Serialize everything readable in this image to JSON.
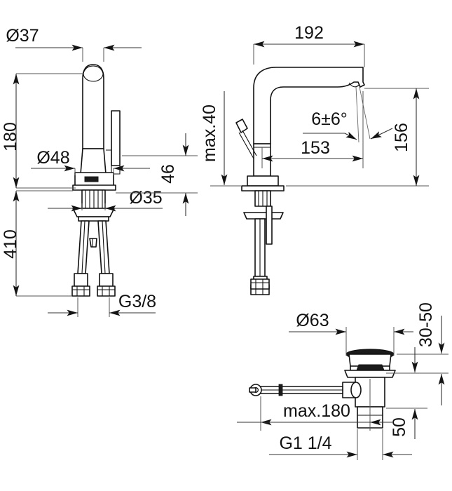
{
  "document": {
    "type": "technical-dimension-drawing",
    "subject": "single-lever basin mixer tap with pop-up waste",
    "units": "mm",
    "background_color": "#ffffff",
    "line_color": "#111111",
    "dimension_color": "#333333"
  },
  "views": [
    {
      "id": "front-view",
      "name": "Front elevation of basin mixer with flexible connection hoses"
    },
    {
      "id": "side-view",
      "name": "Side elevation of basin mixer showing spout projection"
    },
    {
      "id": "waste-view",
      "name": "Pop-up waste / drain assembly with pull rod"
    }
  ],
  "dimensions": {
    "front_view": [
      {
        "key": "d37",
        "label": "Ø37",
        "meaning": "spout body diameter",
        "value": 37,
        "orientation": "horizontal"
      },
      {
        "key": "h180",
        "label": "180",
        "meaning": "height to spout top",
        "value": 180,
        "orientation": "vertical"
      },
      {
        "key": "d48",
        "label": "Ø48",
        "meaning": "base escutcheon diameter",
        "value": 48,
        "orientation": "horizontal"
      },
      {
        "key": "d35",
        "label": "Ø35",
        "meaning": "mounting shank diameter",
        "value": 35,
        "orientation": "horizontal"
      },
      {
        "key": "h46",
        "label": "46",
        "meaning": "lever clearance height",
        "value": 46,
        "orientation": "vertical"
      },
      {
        "key": "h410",
        "label": "410",
        "meaning": "length of supply hoses below deck",
        "value": 410,
        "orientation": "vertical"
      },
      {
        "key": "g38",
        "label": "G3/8",
        "meaning": "supply hose thread size",
        "value": "G3/8",
        "orientation": "horizontal"
      }
    ],
    "side_view": [
      {
        "key": "w192",
        "label": "192",
        "meaning": "overall spout reach",
        "value": 192,
        "orientation": "horizontal"
      },
      {
        "key": "w153",
        "label": "153",
        "meaning": "spout projection to outlet",
        "value": 153,
        "orientation": "horizontal"
      },
      {
        "key": "h156",
        "label": "156",
        "meaning": "height of spout outlet above deck",
        "value": 156,
        "orientation": "vertical"
      },
      {
        "key": "max40",
        "label": "max.40",
        "meaning": "maximum deck / basin thickness",
        "value": 40,
        "orientation": "vertical"
      },
      {
        "key": "ang6",
        "label": "6±6°",
        "meaning": "outlet stream angle tolerance",
        "value": "6±6°",
        "orientation": "leader"
      }
    ],
    "waste_view": [
      {
        "key": "d63",
        "label": "Ø63",
        "meaning": "waste cap diameter",
        "value": 63,
        "orientation": "horizontal"
      },
      {
        "key": "r3050",
        "label": "30-50",
        "meaning": "basin thickness range at waste",
        "value": "30-50",
        "orientation": "vertical"
      },
      {
        "key": "h50",
        "label": "50",
        "meaning": "tailpiece length",
        "value": 50,
        "orientation": "vertical"
      },
      {
        "key": "max180",
        "label": "max.180",
        "meaning": "maximum pull-rod length",
        "value": 180,
        "orientation": "horizontal"
      },
      {
        "key": "g114",
        "label": "G1 1/4",
        "meaning": "waste outlet thread size",
        "value": "G1 1/4",
        "orientation": "horizontal"
      }
    ]
  },
  "labels": {
    "d37": "Ø37",
    "h180": "180",
    "d48": "Ø48",
    "d35": "Ø35",
    "h46": "46",
    "h410": "410",
    "g38": "G3/8",
    "w192": "192",
    "w153": "153",
    "h156": "156",
    "max40": "max.40",
    "ang6": "6±6°",
    "d63": "Ø63",
    "r3050": "30-50",
    "h50": "50",
    "max180": "max.180",
    "g114": "G1 1/4"
  },
  "brand_badge": {
    "present": true,
    "description": "small dark rectangular manufacturer logo plate on the mixer base",
    "color": "#1b1b1b"
  }
}
